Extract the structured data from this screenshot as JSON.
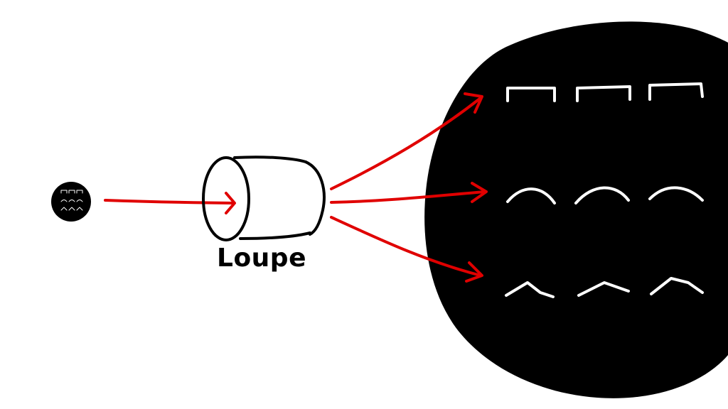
{
  "diagram": {
    "loupe_label": "Loupe"
  },
  "colors": {
    "background": "#ffffff",
    "ink": "#000000",
    "arrow": "#e00000",
    "mark": "#ffffff"
  },
  "shapes": {
    "rows": [
      {
        "name": "flat-bracket-shapes",
        "count": 3
      },
      {
        "name": "round-arch-shapes",
        "count": 3
      },
      {
        "name": "pointed-arch-shapes",
        "count": 3
      }
    ]
  }
}
